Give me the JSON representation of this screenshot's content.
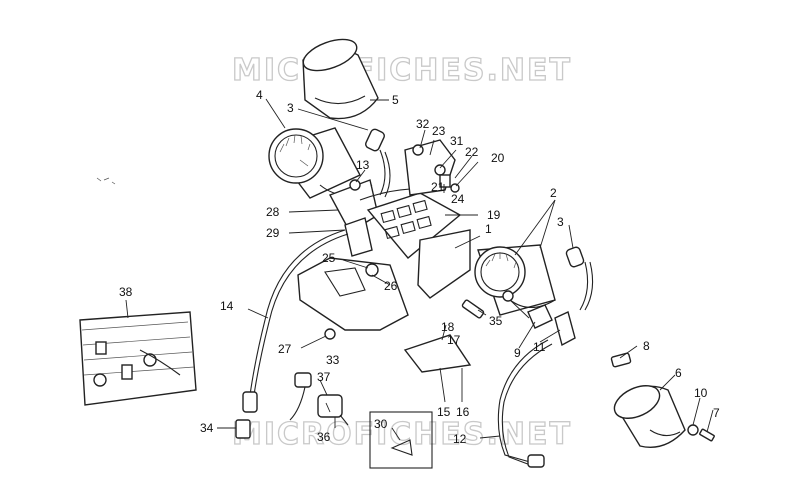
{
  "watermark": {
    "top": "MICROFICHES.NET",
    "bottom": "MICROFICHES.NET"
  },
  "callouts": [
    {
      "id": "1",
      "label": "1"
    },
    {
      "id": "2",
      "label": "2"
    },
    {
      "id": "3a",
      "label": "3"
    },
    {
      "id": "3b",
      "label": "3"
    },
    {
      "id": "4",
      "label": "4"
    },
    {
      "id": "5",
      "label": "5"
    },
    {
      "id": "6",
      "label": "6"
    },
    {
      "id": "7",
      "label": "7"
    },
    {
      "id": "8",
      "label": "8"
    },
    {
      "id": "9",
      "label": "9"
    },
    {
      "id": "10",
      "label": "10"
    },
    {
      "id": "11",
      "label": "11"
    },
    {
      "id": "12",
      "label": "12"
    },
    {
      "id": "13",
      "label": "13"
    },
    {
      "id": "14",
      "label": "14"
    },
    {
      "id": "15",
      "label": "15"
    },
    {
      "id": "16",
      "label": "16"
    },
    {
      "id": "17",
      "label": "17"
    },
    {
      "id": "18",
      "label": "18"
    },
    {
      "id": "19",
      "label": "19"
    },
    {
      "id": "20",
      "label": "20"
    },
    {
      "id": "21",
      "label": "21"
    },
    {
      "id": "22",
      "label": "22"
    },
    {
      "id": "23",
      "label": "23"
    },
    {
      "id": "24",
      "label": "24"
    },
    {
      "id": "25",
      "label": "25"
    },
    {
      "id": "26",
      "label": "26"
    },
    {
      "id": "27",
      "label": "27"
    },
    {
      "id": "28",
      "label": "28"
    },
    {
      "id": "29",
      "label": "29"
    },
    {
      "id": "30",
      "label": "30"
    },
    {
      "id": "31",
      "label": "31"
    },
    {
      "id": "32",
      "label": "32"
    },
    {
      "id": "33",
      "label": "33"
    },
    {
      "id": "34",
      "label": "34"
    },
    {
      "id": "35",
      "label": "35"
    },
    {
      "id": "36",
      "label": "36"
    },
    {
      "id": "37",
      "label": "37"
    },
    {
      "id": "38",
      "label": "38"
    }
  ]
}
